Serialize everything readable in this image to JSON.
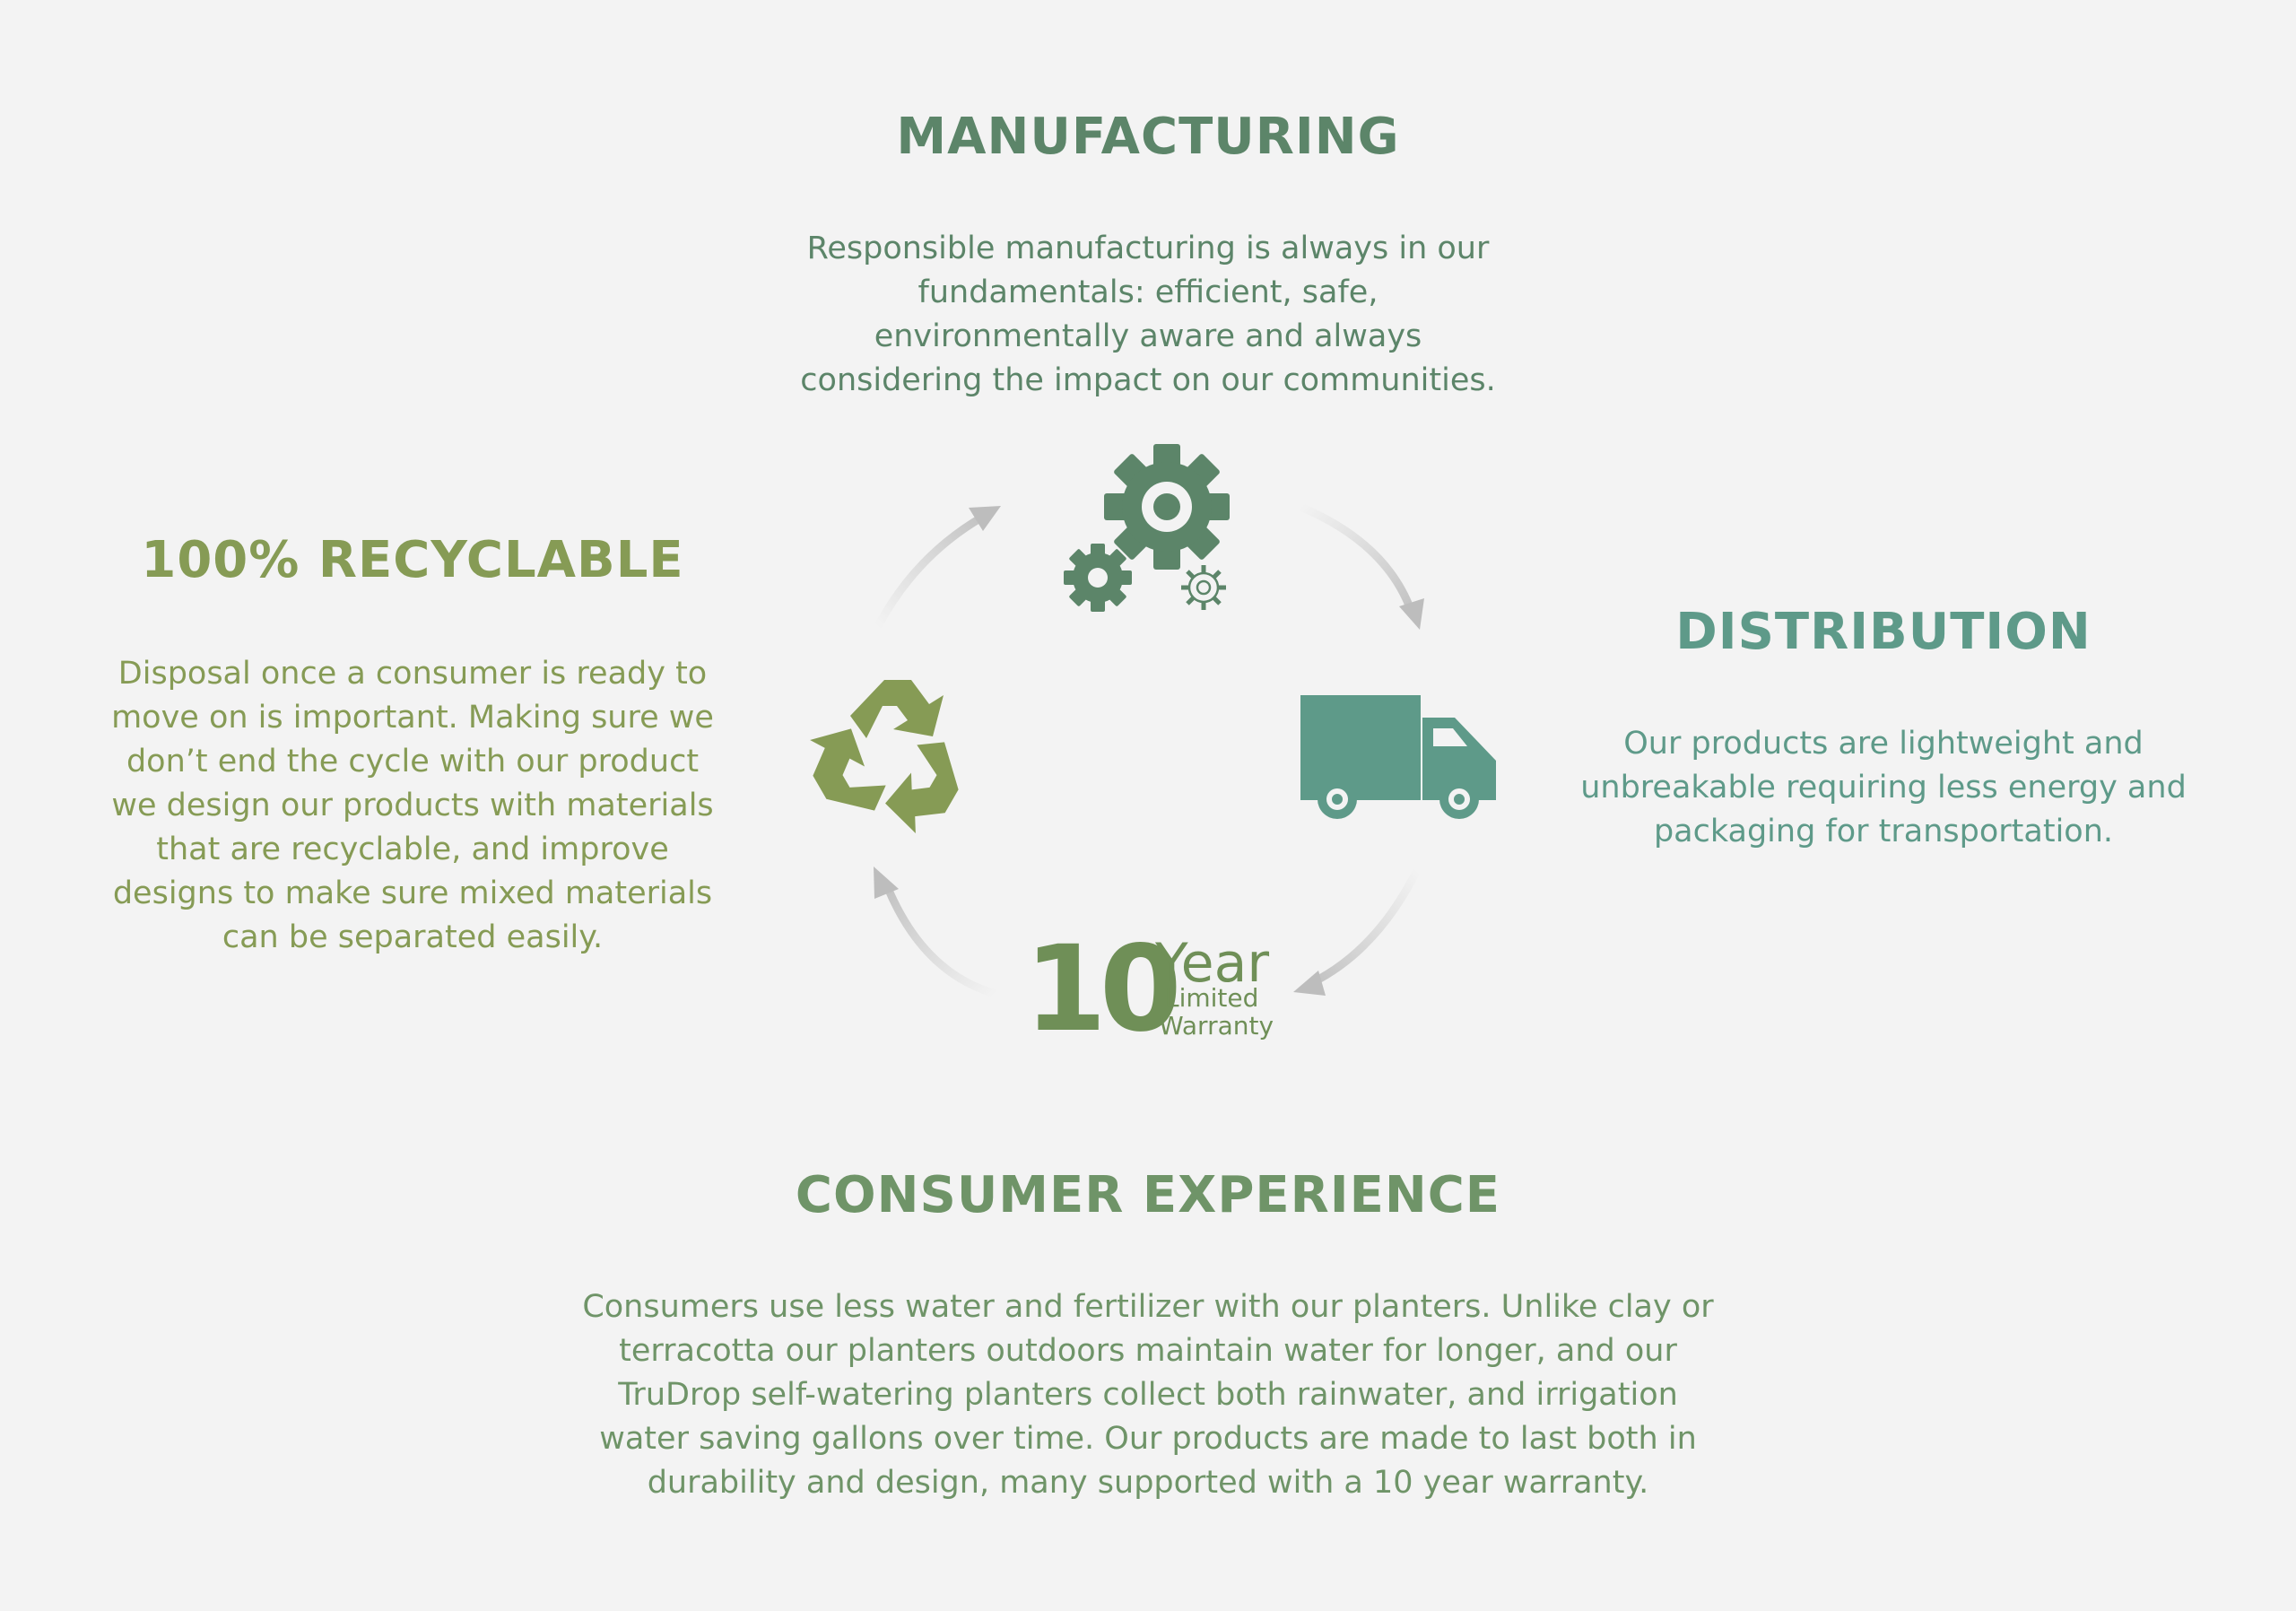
{
  "colors": {
    "background": "#f3f3f3",
    "manufacturing": "#5c8569",
    "recyclable": "#869b55",
    "distribution": "#5e9a89",
    "consumer": "#6f9468",
    "warranty": "#6f8f57",
    "arrow": "#c4c4c4"
  },
  "manufacturing": {
    "title": "MANUFACTURING",
    "body": "Responsible manufacturing is always in our fundamentals: efficient, safe, environmentally aware and always considering the impact on our communities.",
    "icon": "gears-icon"
  },
  "recyclable": {
    "title": "100% RECYCLABLE",
    "body": "Disposal once a consumer is ready to move on is important. Making sure we don’t end the cycle with our product we design our products with materials that are recyclable, and improve designs to make sure mixed materials can be separated easily.",
    "icon": "recycle-icon"
  },
  "distribution": {
    "title": "DISTRIBUTION",
    "body": "Our products are lightweight and unbreakable requiring less energy and packaging for transportation.",
    "icon": "truck-icon"
  },
  "consumer": {
    "title": "CONSUMER EXPERIENCE",
    "body": "Consumers use less water and fertilizer with our planters. Unlike clay or terracotta our planters outdoors maintain water for longer, and our TruDrop self-watering planters collect both rainwater, and irrigation water saving gallons over time. Our products are made to last both in durability and design, many supported with a 10 year warranty."
  },
  "warranty": {
    "number": "10",
    "unit": "Year",
    "line1": "Limited",
    "line2": "Warranty"
  }
}
